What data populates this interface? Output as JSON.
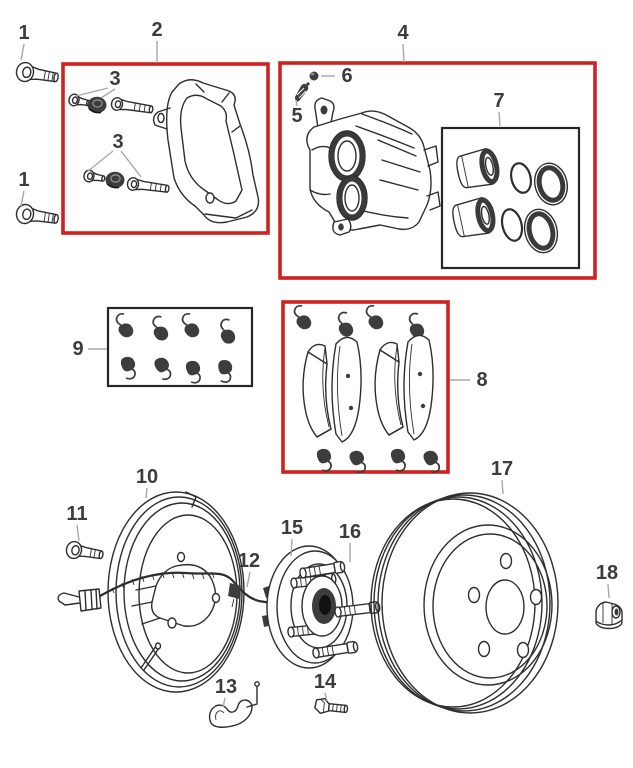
{
  "diagram": {
    "description": "exploded-parts-diagram",
    "background": "#ffffff",
    "colors": {
      "highlight_box": "#cf221f",
      "outline_box": "#262626",
      "line_art": "#2e2e2e",
      "leader_line": "#a8a8a8",
      "label_text": "#3c3c3c"
    },
    "highlighted_groups": [
      "2",
      "4",
      "8"
    ],
    "outlined_groups": [
      "7",
      "9"
    ]
  },
  "callouts": [
    {
      "id": "1-top",
      "label": "1"
    },
    {
      "id": "2",
      "label": "2"
    },
    {
      "id": "3-upper",
      "label": "3"
    },
    {
      "id": "1-bottom",
      "label": "1"
    },
    {
      "id": "3-lower",
      "label": "3"
    },
    {
      "id": "4",
      "label": "4"
    },
    {
      "id": "5",
      "label": "5"
    },
    {
      "id": "6",
      "label": "6"
    },
    {
      "id": "7",
      "label": "7"
    },
    {
      "id": "9",
      "label": "9"
    },
    {
      "id": "8",
      "label": "8"
    },
    {
      "id": "10",
      "label": "10"
    },
    {
      "id": "11",
      "label": "11"
    },
    {
      "id": "12",
      "label": "12"
    },
    {
      "id": "13",
      "label": "13"
    },
    {
      "id": "14",
      "label": "14"
    },
    {
      "id": "15",
      "label": "15"
    },
    {
      "id": "16",
      "label": "16"
    },
    {
      "id": "17",
      "label": "17"
    },
    {
      "id": "18",
      "label": "18"
    }
  ]
}
